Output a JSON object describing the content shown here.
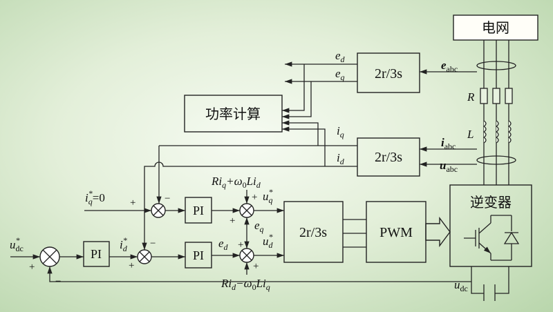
{
  "blocks": {
    "grid": "电网",
    "power_calc": "功率计算",
    "transform_top": "2r/3s",
    "transform_mid": "2r/3s",
    "transform_main": "2r/3s",
    "pwm": "PWM",
    "inverter": "逆变器",
    "pi_dc": "PI",
    "pi_q": "PI",
    "pi_d": "PI"
  },
  "signals": {
    "ed_top": "e",
    "ed_top_sub": "d",
    "eq_top": "e",
    "eq_top_sub": "q",
    "e_abc": "e",
    "e_abc_sub": "abc",
    "R": "R",
    "L": "L",
    "iq": "i",
    "iq_sub": "q",
    "id": "i",
    "id_sub": "d",
    "i_abc": "i",
    "i_abc_sub": "abc",
    "u_abc": "u",
    "u_abc_sub": "abc",
    "udc_ref": "u",
    "udc_ref_sub": "dc",
    "udc_ref_sup": "*",
    "iq_ref": "i",
    "iq_ref_sub": "q",
    "iq_ref_sup": "*",
    "iq_ref_val": "=0",
    "id_ref": "i",
    "id_ref_sub": "d",
    "id_ref_sup": "*",
    "uq_ref": "u",
    "uq_ref_sub": "q",
    "uq_ref_sup": "*",
    "ud_ref": "u",
    "ud_ref_sub": "d",
    "ud_ref_sup": "*",
    "eq_ff": "e",
    "eq_ff_sub": "q",
    "ed_ff": "e",
    "ed_ff_sub": "d",
    "udc_meas": "u",
    "udc_meas_sub": "dc",
    "top_decouple": "Ri",
    "top_decouple_sub1": "q",
    "top_decouple_mid": "+ω",
    "top_decouple_sub2": "0",
    "top_decouple_end": "Li",
    "top_decouple_sub3": "d",
    "bot_decouple": "Ri",
    "bot_decouple_sub1": "d",
    "bot_decouple_mid": "−ω",
    "bot_decouple_sub2": "0",
    "bot_decouple_end": "Li",
    "bot_decouple_sub3": "q"
  },
  "signs": {
    "plus": "+",
    "minus": "−"
  }
}
